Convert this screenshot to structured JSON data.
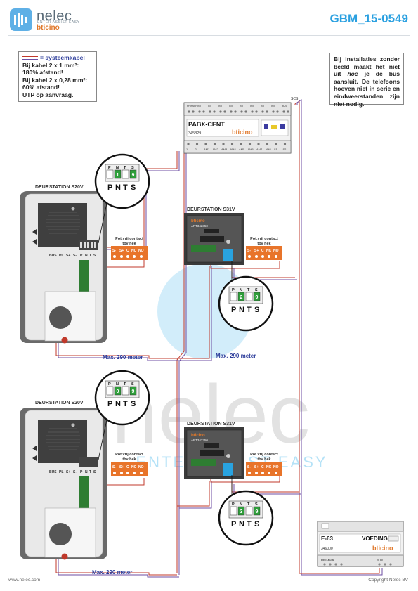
{
  "header": {
    "logo_name": "nelec",
    "logo_sub": "ENTER ASSIST EASY",
    "logo_brand": "bticino",
    "doc_id": "GBM_15-0549"
  },
  "note_left": {
    "title": "= systeemkabel",
    "lines": [
      "Bij kabel 2 x 1 mm²:",
      "180% afstand!",
      "Bij kabel 2 x 0,28 mm²:",
      "60% afstand!",
      "UTP op aanvraag."
    ]
  },
  "note_right": {
    "part1": "Bij installaties zonder beeld maakt het niet uit",
    "emph": "hoe",
    "part2": "je de bus aansluit. De telefoons hoeven niet in serie en eindweerstanden zijn niet nodig."
  },
  "pabx": {
    "name": "PABX-CENT",
    "art": "345829",
    "brand": "bticino",
    "top_terminals": [
      "PRIMAIR",
      "INT",
      "INT",
      "INT",
      "INT",
      "INT",
      "INT",
      "INT",
      "INT",
      "BUS"
    ],
    "bottom_terminals": [
      "1",
      "2",
      "AM1",
      "AM2",
      "AM3",
      "AM4",
      "AM5",
      "AM6",
      "AM7",
      "AM8",
      "S1",
      "S2"
    ],
    "right_label": "SCS"
  },
  "stations": {
    "s20v_label": "DEURSTATION S20V",
    "s31v_label": "DEURSTATION S31V",
    "s31v_brand": "bticino",
    "s31v_art": "ART342350",
    "module_terminals": [
      "BUS",
      "PL",
      "S+",
      "S-"
    ],
    "pnts": [
      "P",
      "N",
      "T",
      "S"
    ]
  },
  "contacts": {
    "title": "Pot.vrij contact",
    "sub": "tbv hek",
    "terminals": [
      "S-",
      "S+",
      "C",
      "NC",
      "NO"
    ]
  },
  "zoom_values": [
    {
      "p": "",
      "n": "1",
      "t": "",
      "s": "9"
    },
    {
      "p": "",
      "n": "2",
      "t": "",
      "s": "9"
    },
    {
      "p": "",
      "n": "0",
      "t": "",
      "s": "9"
    },
    {
      "p": "",
      "n": "3",
      "t": "",
      "s": "9"
    }
  ],
  "distances": [
    "Max. 290 meter",
    "Max. 290 meter",
    "Max. 290 meter"
  ],
  "voeding": {
    "name": "E-63",
    "title": "VOEDING",
    "art": "346000",
    "brand": "bticino",
    "terminals_left": "PRIMAIR",
    "terminals_right": "BUS"
  },
  "watermark": {
    "text": "nelec",
    "sub": "ENTER ASSIST EASY"
  },
  "footer": {
    "left": "www.nelec.com",
    "right": "Copyright Nelec BV"
  },
  "colors": {
    "accent": "#2aa0e0",
    "cable_red": "#c0392b",
    "cable_purple": "#6c4ea3",
    "orange": "#e8742a",
    "green": "#2e9e3a"
  }
}
